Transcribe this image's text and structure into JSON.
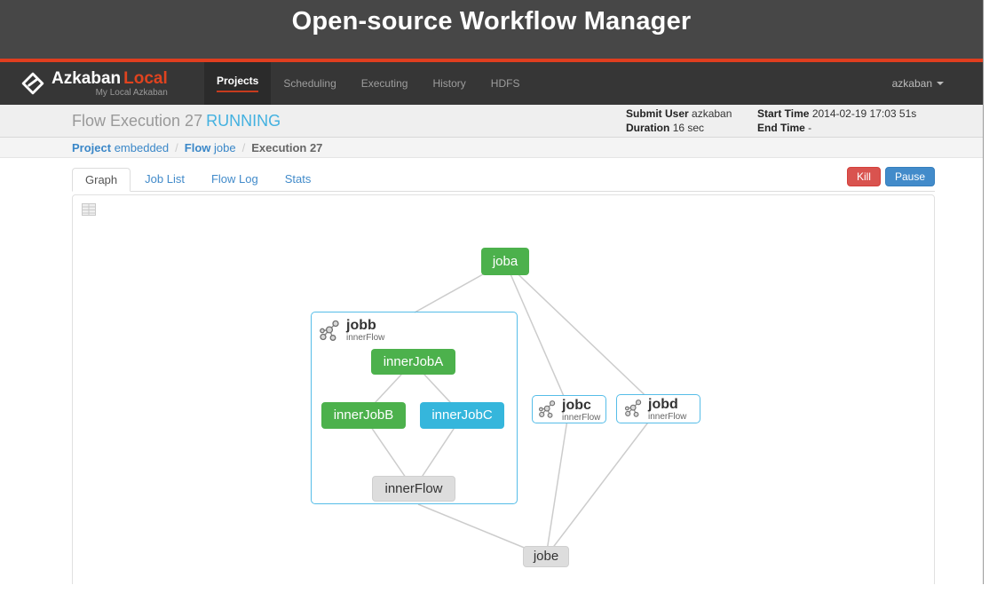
{
  "banner": {
    "title": "Open-source Workflow Manager"
  },
  "navbar": {
    "brand": "Azkaban",
    "brand_suffix": "Local",
    "brand_subtitle": "My Local Azkaban",
    "items": [
      {
        "label": "Projects",
        "active": true
      },
      {
        "label": "Scheduling",
        "active": false
      },
      {
        "label": "Executing",
        "active": false
      },
      {
        "label": "History",
        "active": false
      },
      {
        "label": "HDFS",
        "active": false
      }
    ],
    "user": "azkaban"
  },
  "header": {
    "title": "Flow Execution 27",
    "status": "RUNNING",
    "meta": [
      {
        "label": "Submit User",
        "value": "azkaban"
      },
      {
        "label": "Duration",
        "value": "16 sec"
      },
      {
        "label": "Start Time",
        "value": "2014-02-19 17:03 51s"
      },
      {
        "label": "End Time",
        "value": "-"
      }
    ]
  },
  "breadcrumb": {
    "separator": "/",
    "crumbs": [
      {
        "bold": "Project",
        "link": "embedded"
      },
      {
        "bold": "Flow",
        "link": "jobe"
      },
      {
        "bold": "Execution 27",
        "link": ""
      }
    ]
  },
  "tabs": {
    "items": [
      "Graph",
      "Job List",
      "Flow Log",
      "Stats"
    ],
    "active": "Graph"
  },
  "actions": {
    "kill": "Kill",
    "pause": "Pause"
  },
  "graph": {
    "nodes": {
      "joba": {
        "label": "joba",
        "state": "success"
      },
      "jobb": {
        "label": "jobb",
        "subtitle": "innerFlow",
        "state": "embedded-flow"
      },
      "innerJobA": {
        "label": "innerJobA",
        "state": "success"
      },
      "innerJobB": {
        "label": "innerJobB",
        "state": "success"
      },
      "innerJobC": {
        "label": "innerJobC",
        "state": "running"
      },
      "innerFlow": {
        "label": "innerFlow",
        "state": "queued"
      },
      "jobc": {
        "label": "jobc",
        "subtitle": "innerFlow",
        "state": "embedded-flow"
      },
      "jobd": {
        "label": "jobd",
        "subtitle": "innerFlow",
        "state": "embedded-flow"
      },
      "jobe": {
        "label": "jobe",
        "state": "queued"
      }
    },
    "edges": [
      [
        "joba",
        "jobb"
      ],
      [
        "joba",
        "jobc"
      ],
      [
        "joba",
        "jobd"
      ],
      [
        "innerJobA",
        "innerJobB"
      ],
      [
        "innerJobA",
        "innerJobC"
      ],
      [
        "innerJobB",
        "innerFlow"
      ],
      [
        "innerJobC",
        "innerFlow"
      ],
      [
        "jobb",
        "jobe"
      ],
      [
        "jobc",
        "jobe"
      ],
      [
        "jobd",
        "jobe"
      ]
    ]
  },
  "colors": {
    "accent_red": "#e03e1f",
    "success_green": "#4cb14c",
    "running_cyan": "#35b6dc",
    "queued_gray": "#dddddd",
    "flow_border_blue": "#56bde8",
    "edge_gray": "#cccccc",
    "kill_red": "#d9534f",
    "pause_blue": "#428bca",
    "status_blue": "#43b1e0"
  }
}
